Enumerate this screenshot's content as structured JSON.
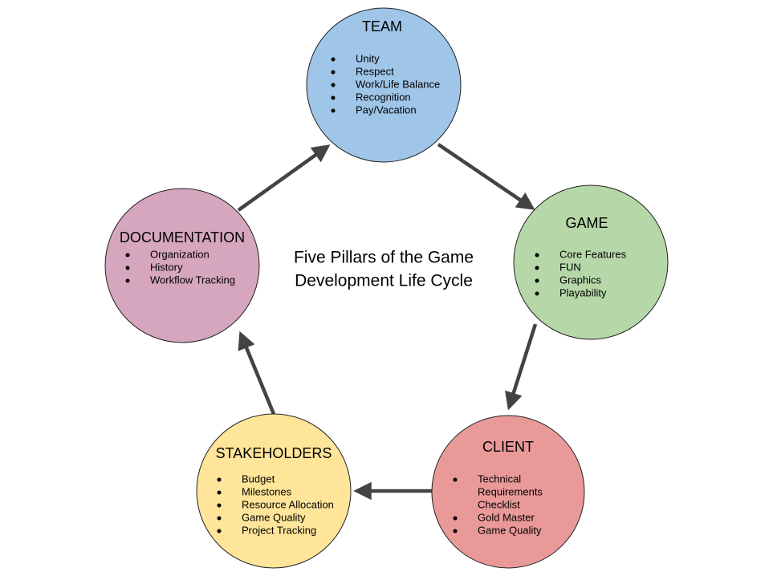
{
  "center_title": {
    "line1": "Five Pillars of the Game",
    "line2": "Development Life Cycle"
  },
  "colors": {
    "team": "#9fc5e8",
    "game": "#b6d7a8",
    "client": "#ea9999",
    "stakeholders": "#ffe599",
    "documentation": "#d5a6bd",
    "arrow": "#434343"
  },
  "pillars": {
    "team": {
      "title": "TEAM",
      "items": [
        "Unity",
        "Respect",
        "Work/Life Balance",
        "Recognition",
        "Pay/Vacation"
      ]
    },
    "game": {
      "title": "GAME",
      "items": [
        "Core Features",
        "FUN",
        "Graphics",
        "Playability"
      ]
    },
    "client": {
      "title": "CLIENT",
      "items": [
        "Technical",
        "Requirements",
        "Checklist",
        "Gold Master",
        "Game Quality"
      ]
    },
    "stakeholders": {
      "title": "STAKEHOLDERS",
      "items": [
        "Budget",
        "Milestones",
        "Resource Allocation",
        "Game Quality",
        "Project Tracking"
      ]
    },
    "documentation": {
      "title": "DOCUMENTATION",
      "items": [
        "Organization",
        "History",
        "Workflow Tracking"
      ]
    }
  }
}
